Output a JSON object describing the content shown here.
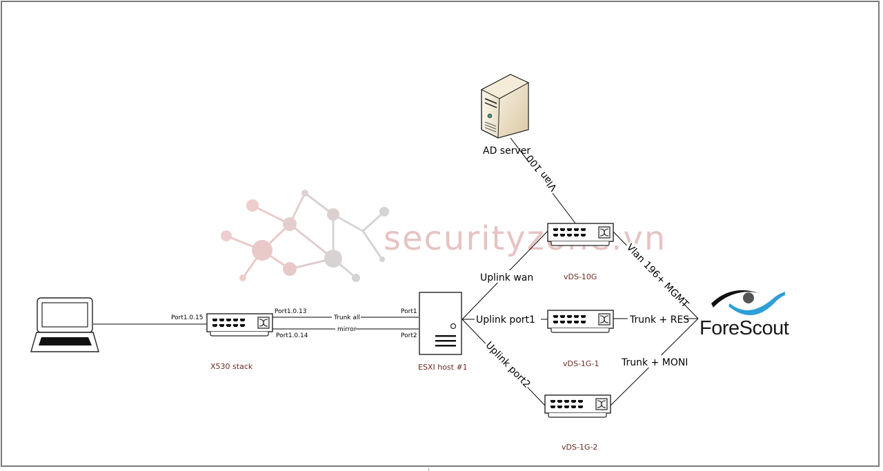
{
  "diagram": {
    "title": "",
    "watermark": "securityzone.vn",
    "devices": {
      "laptop": {
        "label": ""
      },
      "x530": {
        "label": "X530 stack"
      },
      "esxi": {
        "label": "ESXI host #1"
      },
      "ad_server": {
        "label": "AD server"
      },
      "vds_10g": {
        "label": "vDS-10G"
      },
      "vds_1g_1": {
        "label": "vDS-1G-1"
      },
      "vds_1g_2": {
        "label": "vDS-1G-2"
      },
      "forescout": {
        "label": "ForeScout"
      }
    },
    "links": {
      "laptop_x530": {
        "port_label": "Port1.0.15"
      },
      "trunk_all": {
        "label": "Trunk all",
        "src_port": "Port1.0.13",
        "dst_port": "Port1"
      },
      "mirror": {
        "label": "mirror",
        "src_port": "Port1.0.14",
        "dst_port": "Port2"
      },
      "uplink_wan": {
        "label": "Uplink wan"
      },
      "uplink_port1": {
        "label": "Uplink port1"
      },
      "uplink_port2": {
        "label": "Uplink port2"
      },
      "vlan100": {
        "label": "Vlan 100"
      },
      "vlan196": {
        "label": "Vlan 196+ MGMT"
      },
      "trunk_res": {
        "label": "Trunk + RES"
      },
      "trunk_moni": {
        "label": "Trunk +  MONI"
      }
    },
    "colors": {
      "device_label": "#6b2a22",
      "watermark": "#e7c3c3",
      "forescout_blue": "#2e9fd9",
      "line": "#000000"
    }
  }
}
